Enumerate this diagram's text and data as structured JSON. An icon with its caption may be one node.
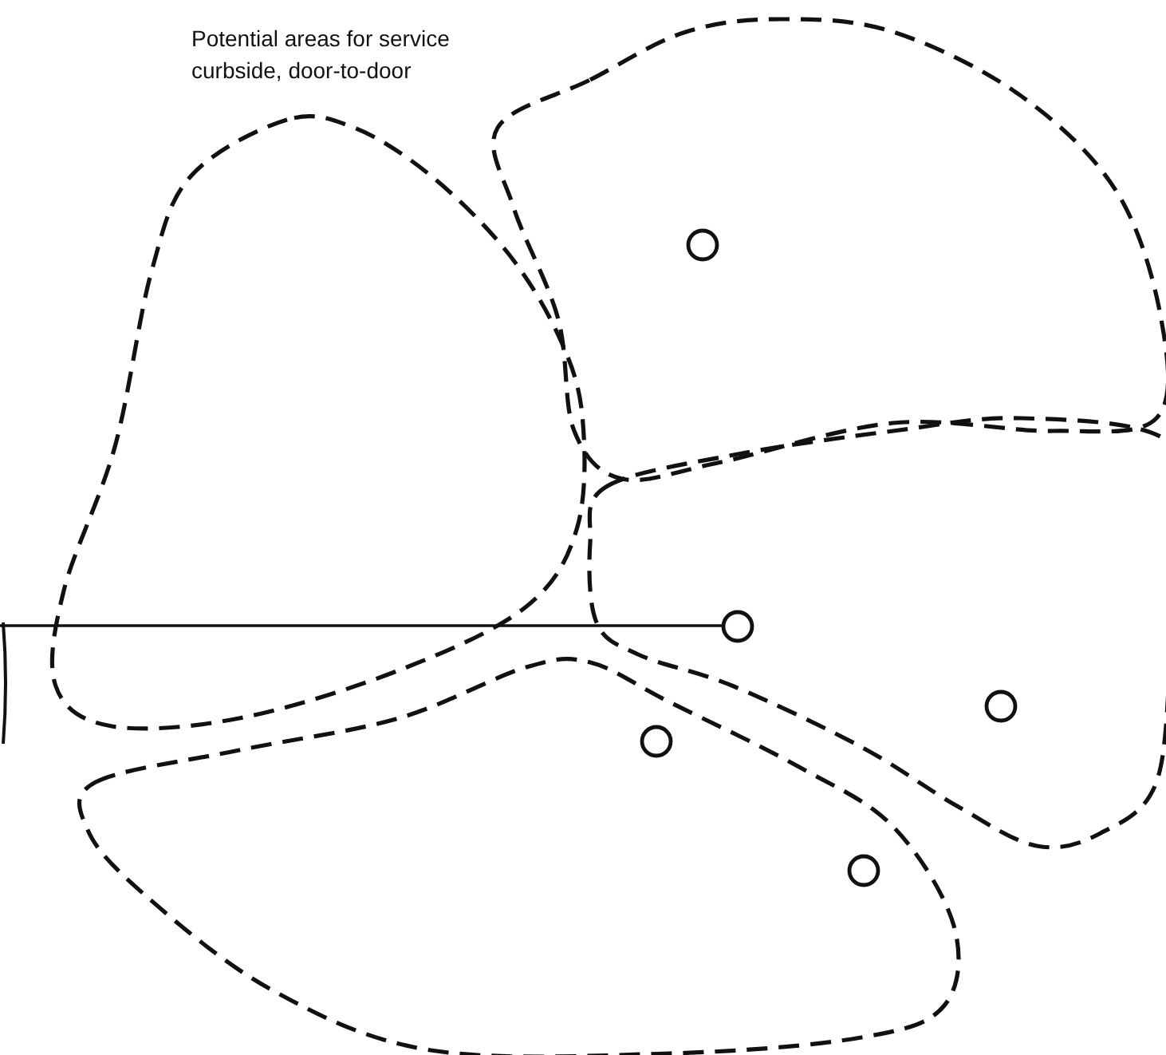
{
  "diagram": {
    "nodes": [
      {
        "text": [],
        "shape": "blob"
      },
      {
        "text": [],
        "shape": "blob"
      },
      {
        "text": [],
        "shape": "blob"
      },
      {
        "text": [],
        "shape": "blob"
      },
      {
        "text": [],
        "shape": "circle",
        "in": 0
      },
      {
        "text": [],
        "shape": "circle",
        "in": 2
      },
      {
        "text": [],
        "shape": "circle",
        "in": 2
      },
      {
        "text": [],
        "shape": "circle",
        "in": 3
      },
      {
        "text": [],
        "shape": "circle",
        "in": 3
      }
    ],
    "edges": [
      {
        "from": null,
        "to": 5,
        "arrow": "none"
      }
    ],
    "labels": [
      "Potential areas for service curbside, door-to-door"
    ]
  }
}
